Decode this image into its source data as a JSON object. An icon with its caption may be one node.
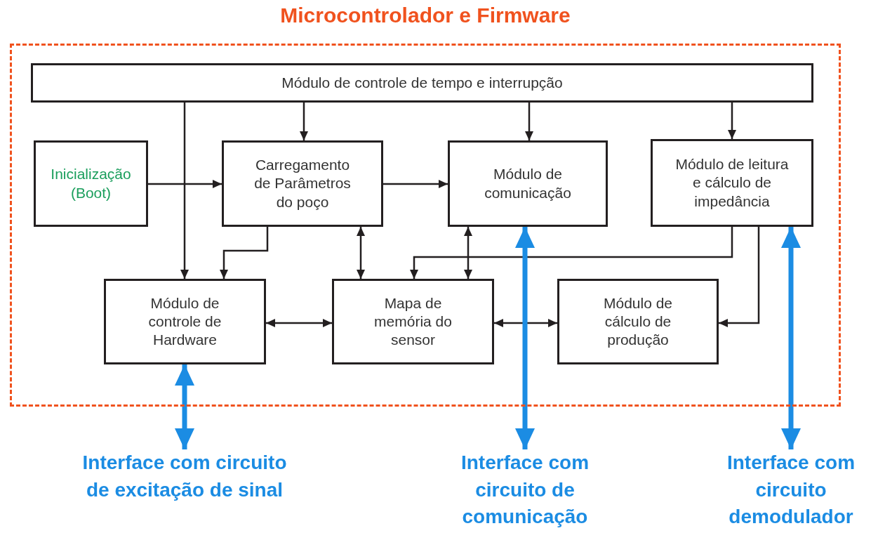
{
  "diagram": {
    "nodes": [
      {
        "text": [
          "Microcontrolador e Firmware"
        ]
      },
      {
        "text": [
          "Módulo de controle de tempo e interrupção"
        ],
        "in": 0
      },
      {
        "text": [
          "Inicialização (Boot)"
        ],
        "in": 0
      },
      {
        "text": [
          "Carregamento de Parâmetros do poço"
        ],
        "in": 0
      },
      {
        "text": [
          "Módulo de comunicação"
        ],
        "in": 0
      },
      {
        "text": [
          "Módulo de leitura e cálculo de impedância"
        ],
        "in": 0
      },
      {
        "text": [
          "Módulo de controle de Hardware"
        ],
        "in": 0
      },
      {
        "text": [
          "Mapa de memória do sensor"
        ],
        "in": 0
      },
      {
        "text": [
          "Módulo de cálculo de produção"
        ],
        "in": 0
      },
      {
        "text": [
          "Interface com circuito de excitação de sinal"
        ]
      },
      {
        "text": [
          "Interface com circuito de comunicação"
        ]
      },
      {
        "text": [
          "Interface com circuito demodulador"
        ]
      }
    ],
    "edges": [
      {
        "from": 1,
        "to": 6,
        "arrow": "to"
      },
      {
        "from": 1,
        "to": 3,
        "arrow": "to"
      },
      {
        "from": 1,
        "to": 4,
        "arrow": "to"
      },
      {
        "from": 1,
        "to": 5,
        "arrow": "to"
      },
      {
        "from": 2,
        "to": 3,
        "arrow": "to"
      },
      {
        "from": 3,
        "to": 4,
        "arrow": "to"
      },
      {
        "from": 3,
        "to": 6,
        "arrow": "to"
      },
      {
        "from": 3,
        "to": 7,
        "arrow": "both"
      },
      {
        "from": 4,
        "to": 7,
        "arrow": "both"
      },
      {
        "from": 5,
        "to": 7,
        "arrow": "to"
      },
      {
        "from": 5,
        "to": 8,
        "arrow": "to"
      },
      {
        "from": 6,
        "to": 7,
        "arrow": "both"
      },
      {
        "from": 7,
        "to": 8,
        "arrow": "both"
      },
      {
        "from": 6,
        "to": 9,
        "arrow": "both",
        "style": "thick",
        "color": "#1b8ce3"
      },
      {
        "from": 4,
        "to": 10,
        "arrow": "both",
        "style": "thick",
        "color": "#1b8ce3"
      },
      {
        "from": 5,
        "to": 11,
        "arrow": "both",
        "style": "thick",
        "color": "#1b8ce3"
      }
    ]
  }
}
